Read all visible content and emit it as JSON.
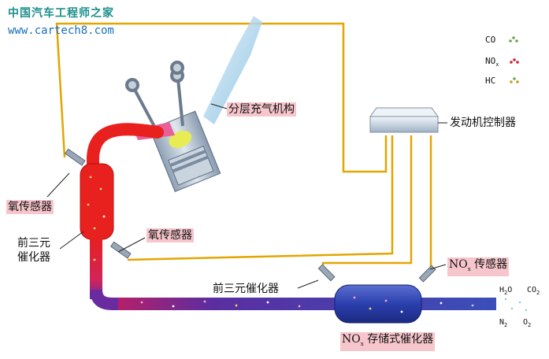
{
  "watermark": {
    "title": "中国汽车工程师之家",
    "url": "www.cartech8.com"
  },
  "labels": {
    "stratified_charge": "分层充气机构",
    "engine_controller": "发动机控制器",
    "oxygen_sensor_upper": "氧传感器",
    "pre_catalyst_left_line1": "前三元",
    "pre_catalyst_left_line2": "催化器",
    "oxygen_sensor_lower": "氧传感器",
    "pre_catalyst_mid": "前三元催化器",
    "nox_sensor_prefix": "NO",
    "nox_sensor_sub": "x",
    "nox_sensor_suffix": " 传感器",
    "nox_storage_prefix": "NO",
    "nox_storage_sub": "x",
    "nox_storage_suffix": " 存储式催化器"
  },
  "legend": [
    {
      "text": "CO",
      "sub": "",
      "color": "#6aa84f"
    },
    {
      "text": "NO",
      "sub": "x",
      "color": "#cc2233"
    },
    {
      "text": "HC",
      "sub": "",
      "color": "#c99b18"
    }
  ],
  "outputs": {
    "h2o": "H",
    "h2o_sub": "2",
    "h2o_tail": "O",
    "co2": "CO",
    "co2_sub": "2",
    "n2": "N",
    "n2_sub": "2",
    "o2": "O",
    "o2_sub": "2"
  },
  "colors": {
    "wire": "#e3a500",
    "hot": "#e8201e",
    "cool": "#2a3aa8",
    "label_bg": "#f7c6cc",
    "watermark": "#1c8f8a"
  }
}
